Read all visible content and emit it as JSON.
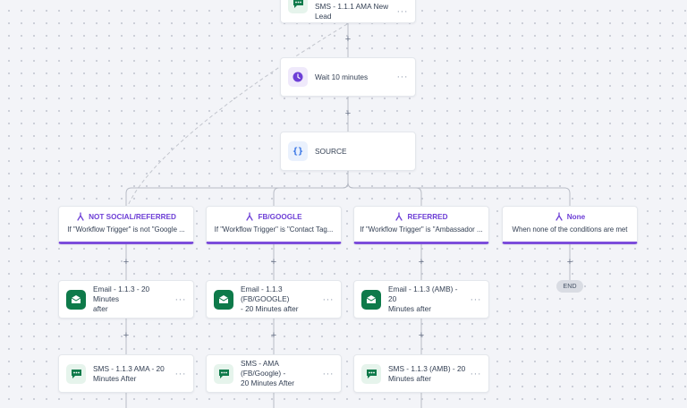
{
  "nodes": {
    "sms_new_lead": {
      "label": "SMS - 1.1.1 AMA New Lead",
      "icon": "sms-icon"
    },
    "wait": {
      "label": "Wait 10 minutes",
      "icon": "clock-icon"
    },
    "source": {
      "label": "SOURCE",
      "icon": "code-braces-icon"
    }
  },
  "branches": [
    {
      "title": "NOT SOCIAL/REFERRED",
      "condition": "If \"Workflow Trigger\" is not \"Google ...",
      "icon": "branch-icon"
    },
    {
      "title": "FB/GOOGLE",
      "condition": "If \"Workflow Trigger\" is \"Contact Tag...",
      "icon": "branch-icon"
    },
    {
      "title": "REFERRED",
      "condition": "If \"Workflow Trigger\" is \"Ambassador ...",
      "icon": "branch-icon"
    },
    {
      "title": "None",
      "condition": "When none of the conditions are met",
      "icon": "branch-icon"
    }
  ],
  "email_actions": [
    {
      "line1": "Email - 1.1.3 - 20 Minutes",
      "line2": "after",
      "icon": "email-icon"
    },
    {
      "line1": "Email - 1.1.3 (FB/GOOGLE)",
      "line2": "- 20 Minutes after",
      "icon": "email-icon"
    },
    {
      "line1": "Email - 1.1.3 (AMB) - 20",
      "line2": "Minutes after",
      "icon": "email-icon"
    }
  ],
  "sms_actions": [
    {
      "line1": "SMS - 1.1.3 AMA - 20",
      "line2": "Minutes After",
      "icon": "sms-icon"
    },
    {
      "line1": "SMS - AMA (FB/Google) -",
      "line2": "20 Minutes After",
      "icon": "sms-icon"
    },
    {
      "line1": "SMS - 1.1.3 (AMB) - 20",
      "line2": "Minutes after",
      "icon": "sms-icon"
    }
  ],
  "end_label": "END",
  "add_step_symbol": "+",
  "more_symbol": "···",
  "colors": {
    "canvas": "#f3f4f8",
    "branch_accent": "#7c4ddb",
    "email_icon_bg": "#0e7a4a",
    "sms_icon_bg": "#e6f4ec",
    "wait_icon": "#6d3fd6",
    "code_icon": "#2f6fe4",
    "connector": "#b8bcc6"
  }
}
